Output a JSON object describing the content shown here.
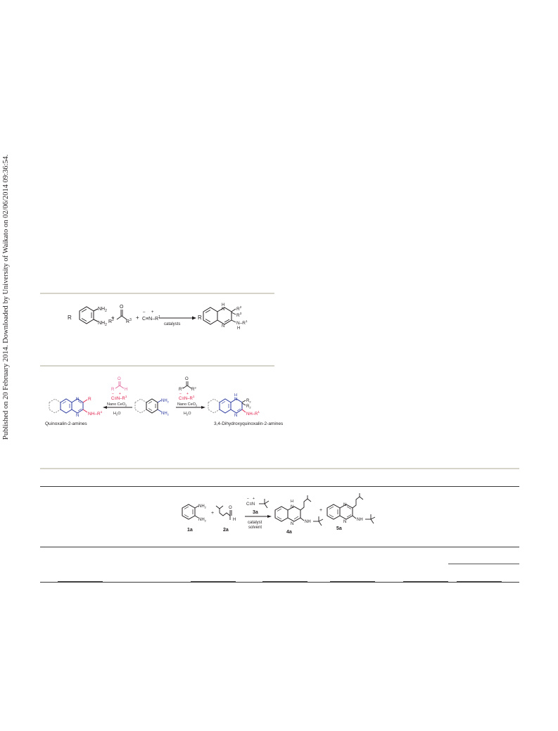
{
  "side_note": "Published on 20 February 2014. Downloaded by University of Waikato on 02/06/2014 09:36:54.",
  "scheme1": {
    "reactant_sub": "R",
    "nh2_top": "NH",
    "nh2_bottom": "NH",
    "sub2": "2",
    "plus1": "+",
    "carbonyl_o": "O",
    "r2": "R",
    "r2_sup": "2",
    "r3": "R",
    "r3_sup": "3",
    "plus2": "+",
    "isocyanide": "C≡N–R",
    "isocyanide_sup": "1",
    "minus": "–",
    "plus_charge": "+",
    "arrow_label": "catalysts",
    "product_r": "R",
    "product_h": "H",
    "product_n_top": "N",
    "product_n_bottom": "N",
    "product_r2": "R",
    "product_r3": "R",
    "product_nh": "N–R",
    "product_nh_h": "H",
    "sup1": "1",
    "sup2": "2",
    "sup3": "3"
  },
  "scheme2": {
    "left_caption": "Quinoxalin-2-amines",
    "right_caption": "3,4-Dihydroxyquinoxalin-2-amines",
    "left_reagent_o": "O",
    "left_reagent_r": "R",
    "left_reagent_h": "H",
    "left_isocyanide": "C≡N–R",
    "left_catalyst": "Nano CeO",
    "left_solvent": "H",
    "right_reagent_o": "O",
    "right_reagent_r2": "R",
    "right_reagent_r3": "R",
    "right_isocyanide": "C≡N–R",
    "right_catalyst": "Nano CeO",
    "right_solvent": "H",
    "solvent_tail": "O",
    "sub2": "2",
    "sup1": "1",
    "sup2": "2",
    "sup3": "3",
    "center_nh2_top": "NH",
    "center_nh2_bottom": "NH",
    "left_r": "R",
    "left_nh": "NH–R",
    "right_h": "H",
    "right_r2": "R",
    "right_r3": "R",
    "right_nh": "NH–R",
    "n": "N",
    "charge_minus": "–",
    "charge_plus": "+"
  },
  "scheme3": {
    "label_1a": "1a",
    "label_2a": "2a",
    "label_3a": "3a",
    "label_4a": "4a",
    "label_5a": "5a",
    "nh2_top": "NH",
    "nh2_bottom": "NH",
    "sub2": "2",
    "plus1": "+",
    "aldehyde_o": "O",
    "aldehyde_h": "H",
    "isocyanide": "C≡N",
    "charge_minus": "–",
    "charge_plus": "+",
    "arrow_label_1": "catalyst",
    "arrow_label_2": "solvent",
    "plus2": "+",
    "h": "H",
    "n": "N",
    "nh": "NH"
  },
  "colors": {
    "ink": "#231f20",
    "rule_gray": "#d6d3c8",
    "accent_red": "#e0204a",
    "accent_pink": "#e0609a",
    "accent_blue": "#2b3a9f"
  }
}
